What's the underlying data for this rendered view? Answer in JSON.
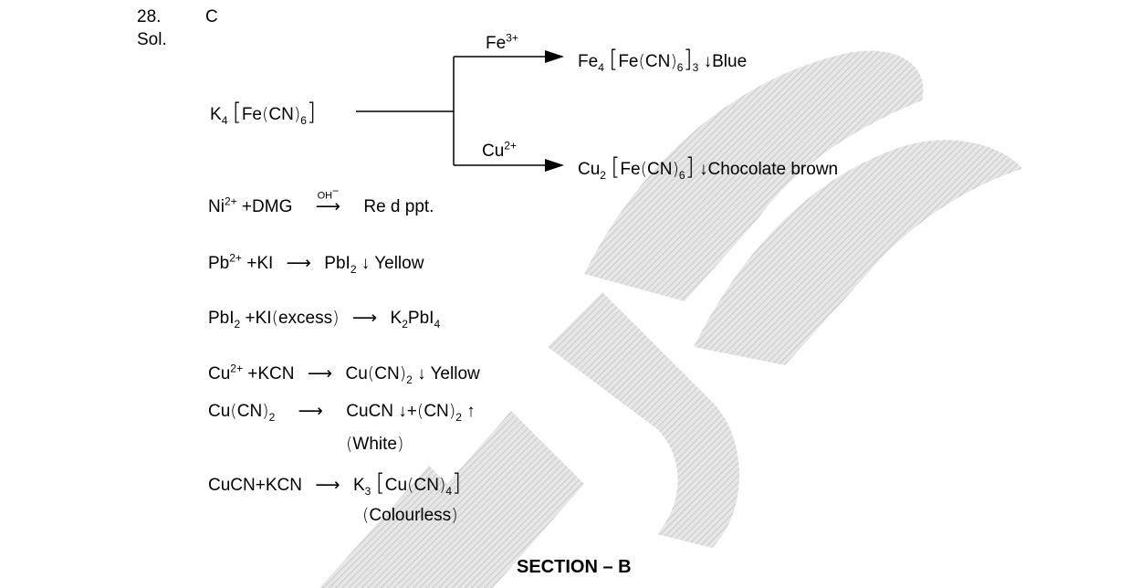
{
  "question": {
    "number": "28.",
    "answer": "C",
    "sol_label": "Sol."
  },
  "branch": {
    "reactant": {
      "sym": "K",
      "sub": "4",
      "inner": "Fe",
      "ligand": "CN",
      "lig_sub": "6"
    },
    "upper": {
      "reagent_base": "Fe",
      "reagent_charge": "3+",
      "product_a": "Fe",
      "product_a_sub": "4",
      "inner": "Fe",
      "ligand": "CN",
      "lig_sub": "6",
      "outer_sub": "3",
      "arrow": "↓",
      "result": "Blue"
    },
    "lower": {
      "reagent_base": "Cu",
      "reagent_charge": "2+",
      "product_a": "Cu",
      "product_a_sub": "2",
      "inner": "Fe",
      "ligand": "CN",
      "lig_sub": "6",
      "arrow": "↓",
      "result": "Chocolate brown"
    }
  },
  "eq_ni": {
    "ion": "Ni",
    "charge": "2+",
    "plus": "+",
    "reagent": "DMG",
    "over": "OH",
    "over_sup": "−",
    "product": "Re d ppt."
  },
  "eq_pb": {
    "ion": "Pb",
    "charge": "2+",
    "plus": "+",
    "reagent": "KI",
    "product": "PbI",
    "product_sub": "2",
    "arrow": "↓",
    "result": "Yellow"
  },
  "eq_pbi2": {
    "reactant": "PbI",
    "reactant_sub": "2",
    "plus": "+",
    "reagent": "KI",
    "paren_text": "excess",
    "prod_k": "K",
    "prod_k_sub": "2",
    "prod_pbi": "PbI",
    "prod_pbi_sub": "4"
  },
  "eq_cu": {
    "ion": "Cu",
    "charge": "2+",
    "plus": "+",
    "reagent": "KCN",
    "product": "Cu",
    "ligand": "CN",
    "lig_sub": "2",
    "arrow": "↓",
    "result": "Yellow"
  },
  "eq_cucn2": {
    "reactant": "Cu",
    "ligand": "CN",
    "lig_sub": "2",
    "prod1": "CuCN",
    "down": "↓",
    "plus": "+",
    "prod2_lig": "CN",
    "prod2_sub": "2",
    "up": "↑",
    "note": "White"
  },
  "eq_cucn": {
    "reactant": "CuCN",
    "plus": "+",
    "reagent": "KCN",
    "prod_k": "K",
    "prod_k_sub": "3",
    "inner": "Cu",
    "ligand": "CN",
    "lig_sub": "4",
    "note": "Colourless"
  },
  "section": {
    "title": "SECTION – B"
  },
  "colors": {
    "text": "#000000",
    "watermark": "#cfcfcf"
  }
}
